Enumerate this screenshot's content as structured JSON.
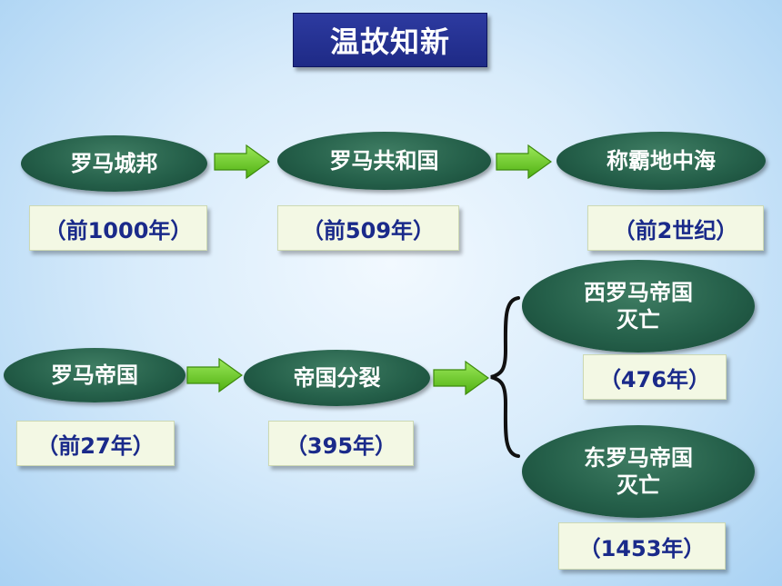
{
  "title": "温故知新",
  "nodes": {
    "roman_city_state": {
      "label": "罗马城邦",
      "date": "（前1000年）"
    },
    "roman_republic": {
      "label": "罗马共和国",
      "date": "（前509年）"
    },
    "dominate_mediterranean": {
      "label": "称霸地中海",
      "date": "（前2世纪）"
    },
    "roman_empire": {
      "label": "罗马帝国",
      "date": "（前27年）"
    },
    "empire_split": {
      "label": "帝国分裂",
      "date": "（395年）"
    },
    "western_empire_fall": {
      "label_line1": "西罗马帝国",
      "label_line2": "灭亡",
      "date": "（476年）"
    },
    "eastern_empire_fall": {
      "label_line1": "东罗马帝国",
      "label_line2": "灭亡",
      "date": "（1453年）"
    }
  },
  "colors": {
    "title_bg": "#23309a",
    "oval_bg": "#25604a",
    "arrow_green": "#66cc22",
    "date_text": "#1a2a8a",
    "date_box_bg": "#f3f8e4"
  },
  "icons": {
    "arrow": "right-arrow-icon",
    "brace": "left-curly-brace"
  }
}
